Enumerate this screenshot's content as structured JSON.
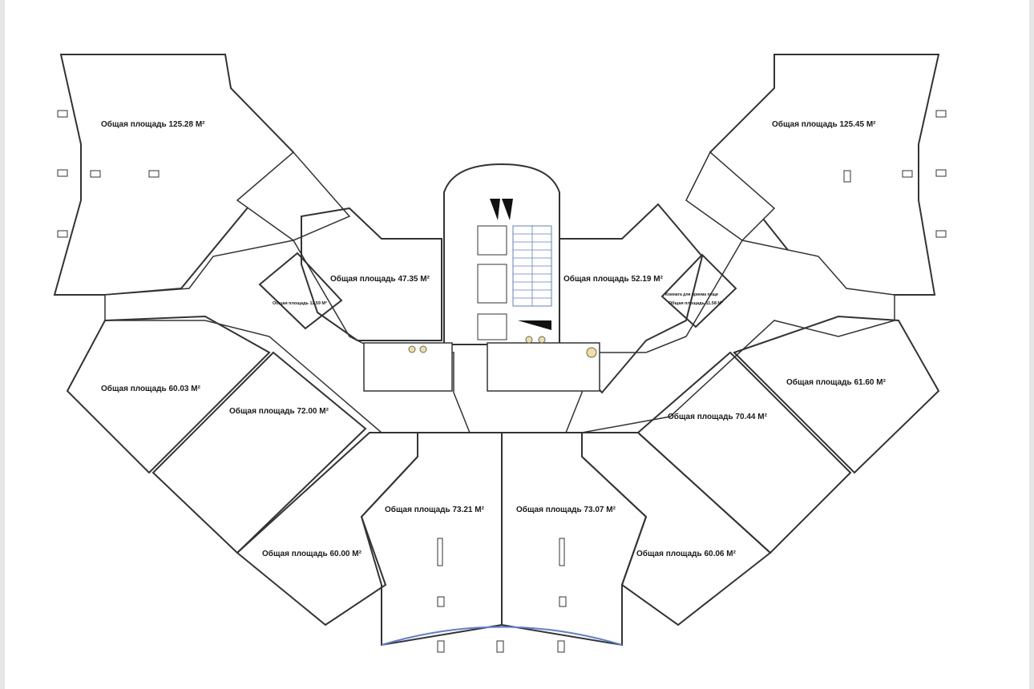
{
  "units": [
    {
      "id": "u-nw",
      "label": "Общая площадь 125.28 M²",
      "color": "#77aaee"
    },
    {
      "id": "u-ne",
      "label": "Общая площадь 125.45 M²",
      "color": "#9ec5f8"
    },
    {
      "id": "u-wl",
      "label": "Общая площадь 47.35 M²",
      "color": "#cfe0f8"
    },
    {
      "id": "u-wsm",
      "label": "Общая площадь 11.59 M²",
      "color": "#a8e8f8"
    },
    {
      "id": "u-el",
      "label": "Общая площадь 52.19 M²",
      "color": "#cfe0f8"
    },
    {
      "id": "u-esm",
      "label": "Общая площадь 11.58 M²",
      "color": "#a8e8f8",
      "note": "Комната для приема пищи"
    },
    {
      "id": "u-w60",
      "label": "Общая площадь 60.03 M²",
      "color": "#cfe0f8"
    },
    {
      "id": "u-w72",
      "label": "Общая площадь 72.00 M²",
      "color": "#a0eaf8"
    },
    {
      "id": "u-sw60",
      "label": "Общая площадь 60.00 M²",
      "color": "#cfe0f8"
    },
    {
      "id": "u-s73l",
      "label": "Общая площадь 73.21 M²",
      "color": "#9ec5f8"
    },
    {
      "id": "u-s73r",
      "label": "Общая площадь 73.07 M²",
      "color": "#bdb3ef"
    },
    {
      "id": "u-se60",
      "label": "Общая площадь 60.06 M²",
      "color": "#cfe0f8"
    },
    {
      "id": "u-e70",
      "label": "Общая площадь 70.44 M²",
      "color": "#a0eaf8"
    },
    {
      "id": "u-e61",
      "label": "Общая площадь 61.60 M²",
      "color": "#cfe0f8"
    }
  ]
}
